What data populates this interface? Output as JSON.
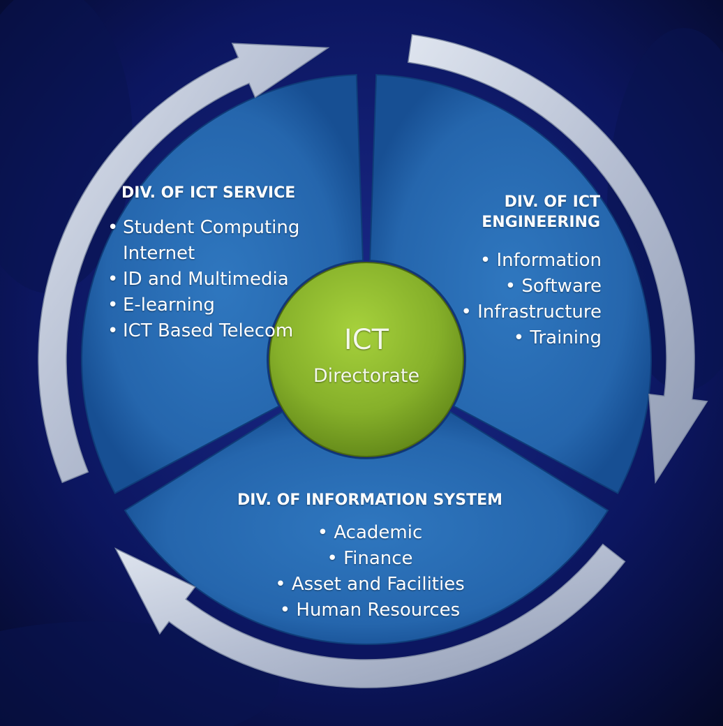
{
  "colors": {
    "background": "#050a2a",
    "segment_fill": "#2566ad",
    "arrow_ring": "#b9c2d6",
    "center_fill": "#8ab82e",
    "text": "#ffffff"
  },
  "center": {
    "title": "ICT",
    "subtitle": "Directorate"
  },
  "divisions": [
    {
      "heading": "DIV. OF ICT SERVICE",
      "items": [
        "Student Computing Internet",
        "ID and Multimedia",
        "E-learning",
        "ICT Based Telecom"
      ]
    },
    {
      "heading": "DIV. OF ICT ENGINEERING",
      "items": [
        "Information",
        "Software",
        "Infrastructure",
        "Training"
      ]
    },
    {
      "heading": "DIV. OF INFORMATION SYSTEM",
      "items": [
        "Academic",
        "Finance",
        "Asset and Facilities",
        "Human Resources"
      ]
    }
  ],
  "arrows": [
    {
      "icon": "curved-arrow-icon",
      "direction": "clockwise"
    },
    {
      "icon": "curved-arrow-icon",
      "direction": "clockwise"
    },
    {
      "icon": "curved-arrow-icon",
      "direction": "clockwise"
    }
  ]
}
